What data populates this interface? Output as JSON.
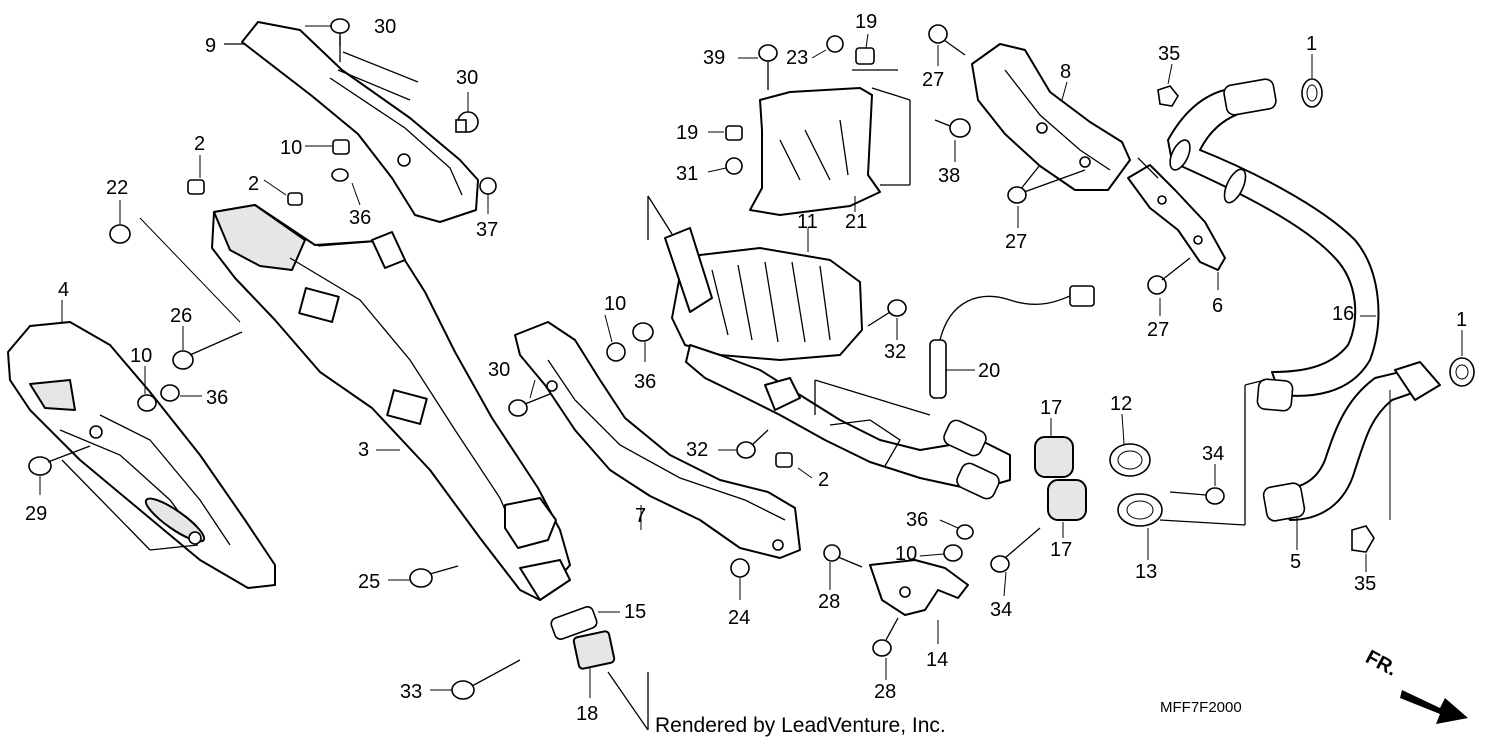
{
  "labels": [
    {
      "id": "l9",
      "text": "9"
    },
    {
      "id": "l30a",
      "text": "30"
    },
    {
      "id": "l30b",
      "text": "30"
    },
    {
      "id": "l10a",
      "text": "10"
    },
    {
      "id": "l36a",
      "text": "36"
    },
    {
      "id": "l37",
      "text": "37"
    },
    {
      "id": "l2a",
      "text": "2"
    },
    {
      "id": "l2b",
      "text": "2"
    },
    {
      "id": "l22",
      "text": "22"
    },
    {
      "id": "l4",
      "text": "4"
    },
    {
      "id": "l26",
      "text": "26"
    },
    {
      "id": "l10b",
      "text": "10"
    },
    {
      "id": "l36b",
      "text": "36"
    },
    {
      "id": "l3",
      "text": "3"
    },
    {
      "id": "l29",
      "text": "29"
    },
    {
      "id": "l25",
      "text": "25"
    },
    {
      "id": "l15",
      "text": "15"
    },
    {
      "id": "l33",
      "text": "33"
    },
    {
      "id": "l18",
      "text": "18"
    },
    {
      "id": "l30c",
      "text": "30"
    },
    {
      "id": "l10c",
      "text": "10"
    },
    {
      "id": "l36c",
      "text": "36"
    },
    {
      "id": "l7",
      "text": "7"
    },
    {
      "id": "l24",
      "text": "24"
    },
    {
      "id": "l32a",
      "text": "32"
    },
    {
      "id": "l2c",
      "text": "2"
    },
    {
      "id": "l39",
      "text": "39"
    },
    {
      "id": "l23",
      "text": "23"
    },
    {
      "id": "l19a",
      "text": "19"
    },
    {
      "id": "l19b",
      "text": "19"
    },
    {
      "id": "l31",
      "text": "31"
    },
    {
      "id": "l21",
      "text": "21"
    },
    {
      "id": "l11",
      "text": "11"
    },
    {
      "id": "l32b",
      "text": "32"
    },
    {
      "id": "l20",
      "text": "20"
    },
    {
      "id": "l27a",
      "text": "27"
    },
    {
      "id": "l38",
      "text": "38"
    },
    {
      "id": "l27b",
      "text": "27"
    },
    {
      "id": "l8",
      "text": "8"
    },
    {
      "id": "l35a",
      "text": "35"
    },
    {
      "id": "l1a",
      "text": "1"
    },
    {
      "id": "l6",
      "text": "6"
    },
    {
      "id": "l27c",
      "text": "27"
    },
    {
      "id": "l16",
      "text": "16"
    },
    {
      "id": "l1b",
      "text": "1"
    },
    {
      "id": "l17a",
      "text": "17"
    },
    {
      "id": "l17b",
      "text": "17"
    },
    {
      "id": "l12",
      "text": "12"
    },
    {
      "id": "l13",
      "text": "13"
    },
    {
      "id": "l34a",
      "text": "34"
    },
    {
      "id": "l34b",
      "text": "34"
    },
    {
      "id": "l5",
      "text": "5"
    },
    {
      "id": "l35b",
      "text": "35"
    },
    {
      "id": "l36d",
      "text": "36"
    },
    {
      "id": "l10d",
      "text": "10"
    },
    {
      "id": "l28a",
      "text": "28"
    },
    {
      "id": "l28b",
      "text": "28"
    },
    {
      "id": "l14",
      "text": "14"
    }
  ],
  "credit": "Rendered by LeadVenture, Inc.",
  "diagram_code": "MFF7F2000",
  "direction_marker": "FR.",
  "colors": {
    "line": "#000000",
    "background": "#ffffff",
    "shade": "#e6e6e6"
  }
}
